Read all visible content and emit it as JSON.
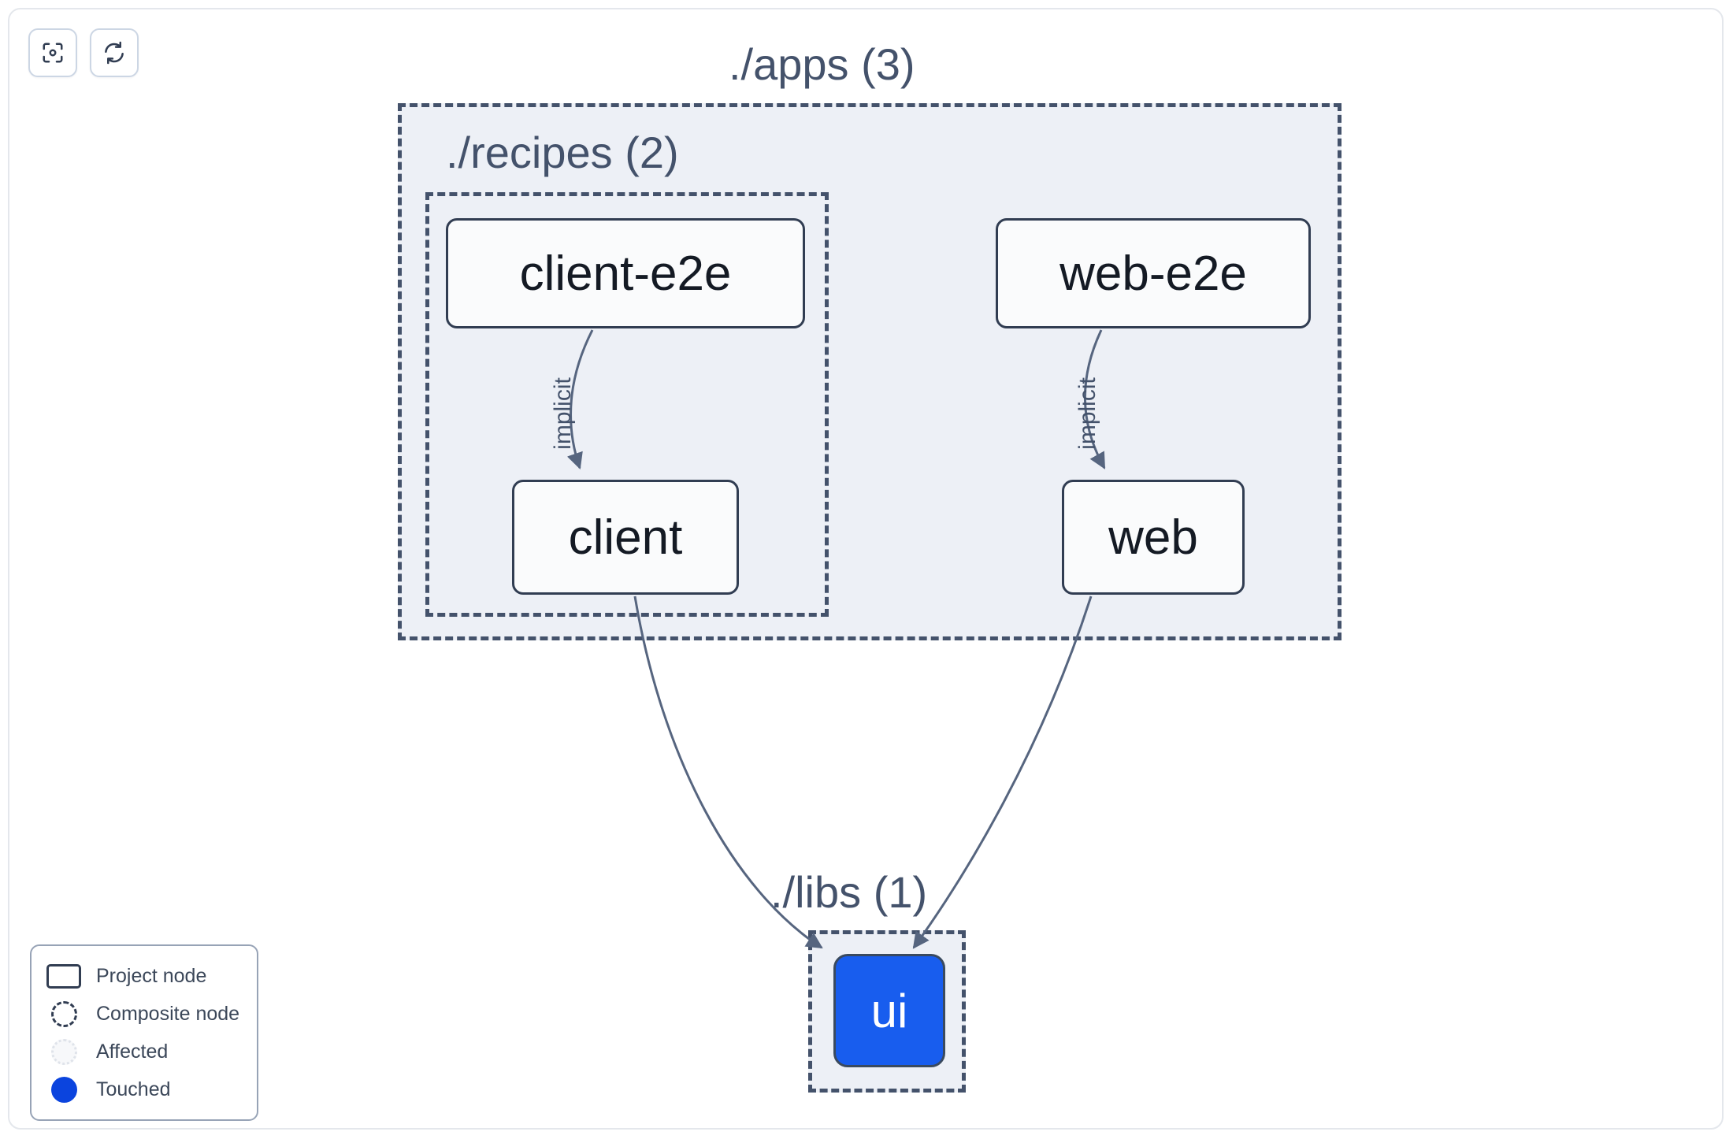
{
  "toolbar": {
    "buttons": [
      {
        "name": "focus-graph-button",
        "icon": "focus-target-icon",
        "label": ""
      },
      {
        "name": "refresh-graph-button",
        "icon": "refresh-icon",
        "label": ""
      }
    ]
  },
  "graph": {
    "groups": [
      {
        "id": "apps",
        "label": "./apps (3)",
        "count": 3,
        "style": "composite"
      },
      {
        "id": "recipes",
        "label": "./recipes (2)",
        "count": 2,
        "style": "composite"
      },
      {
        "id": "libs",
        "label": "./libs (1)",
        "count": 1,
        "style": "composite"
      }
    ],
    "nodes": [
      {
        "id": "client-e2e",
        "label": "client-e2e",
        "group": "recipes",
        "state": "normal"
      },
      {
        "id": "client",
        "label": "client",
        "group": "recipes",
        "state": "normal"
      },
      {
        "id": "web-e2e",
        "label": "web-e2e",
        "group": "apps",
        "state": "normal"
      },
      {
        "id": "web",
        "label": "web",
        "group": "apps",
        "state": "normal"
      },
      {
        "id": "ui",
        "label": "ui",
        "group": "libs",
        "state": "touched"
      }
    ],
    "edges": [
      {
        "from": "client-e2e",
        "to": "client",
        "label": "implicit"
      },
      {
        "from": "web-e2e",
        "to": "web",
        "label": "implicit"
      },
      {
        "from": "client",
        "to": "ui",
        "label": ""
      },
      {
        "from": "web",
        "to": "ui",
        "label": ""
      }
    ]
  },
  "legend": {
    "items": [
      {
        "icon": "project-node-swatch-icon",
        "label": "Project node"
      },
      {
        "icon": "composite-node-swatch-icon",
        "label": "Composite node"
      },
      {
        "icon": "affected-swatch-icon",
        "label": "Affected"
      },
      {
        "icon": "touched-swatch-icon",
        "label": "Touched"
      }
    ]
  },
  "colors": {
    "node_border": "#313d52",
    "node_fill": "#fafbfc",
    "group_fill": "#edf0f6",
    "group_border": "#44526b",
    "touched_blue": "#185dee",
    "legend_touched_blue": "#0b44de",
    "edge_stroke": "#56657f",
    "canvas_border": "#e4e7ec"
  }
}
